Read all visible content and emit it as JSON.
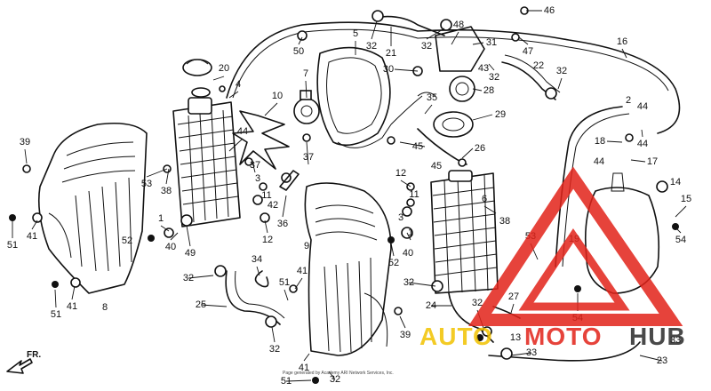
{
  "callouts": [
    {
      "t": "46"
    },
    {
      "t": "48"
    },
    {
      "t": "32"
    },
    {
      "t": "5"
    },
    {
      "t": "32"
    },
    {
      "t": "31"
    },
    {
      "t": "47"
    },
    {
      "t": "16"
    },
    {
      "t": "50"
    },
    {
      "t": "21"
    },
    {
      "t": "43"
    },
    {
      "t": "22"
    },
    {
      "t": "32"
    },
    {
      "t": "20"
    },
    {
      "t": "4"
    },
    {
      "t": "30"
    },
    {
      "t": "32"
    },
    {
      "t": "28"
    },
    {
      "t": "7"
    },
    {
      "t": "10"
    },
    {
      "t": "35"
    },
    {
      "t": "29"
    },
    {
      "t": "2"
    },
    {
      "t": "44"
    },
    {
      "t": "39"
    },
    {
      "t": "44"
    },
    {
      "t": "45"
    },
    {
      "t": "26"
    },
    {
      "t": "18"
    },
    {
      "t": "44"
    },
    {
      "t": "17"
    },
    {
      "t": "37"
    },
    {
      "t": "37"
    },
    {
      "t": "44"
    },
    {
      "t": "45"
    },
    {
      "t": "53"
    },
    {
      "t": "38"
    },
    {
      "t": "3"
    },
    {
      "t": "12"
    },
    {
      "t": "14"
    },
    {
      "t": "11"
    },
    {
      "t": "6"
    },
    {
      "t": "15"
    },
    {
      "t": "42"
    },
    {
      "t": "11"
    },
    {
      "t": "1"
    },
    {
      "t": "36"
    },
    {
      "t": "3"
    },
    {
      "t": "38"
    },
    {
      "t": "51"
    },
    {
      "t": "41"
    },
    {
      "t": "52"
    },
    {
      "t": "40"
    },
    {
      "t": "49"
    },
    {
      "t": "12"
    },
    {
      "t": "9"
    },
    {
      "t": "53"
    },
    {
      "t": "19"
    },
    {
      "t": "54"
    },
    {
      "t": "1"
    },
    {
      "t": "52"
    },
    {
      "t": "40"
    },
    {
      "t": "34"
    },
    {
      "t": "32"
    },
    {
      "t": "41"
    },
    {
      "t": "51"
    },
    {
      "t": "32"
    },
    {
      "t": "27"
    },
    {
      "t": "54"
    },
    {
      "t": "25"
    },
    {
      "t": "8"
    },
    {
      "t": "41"
    },
    {
      "t": "51"
    },
    {
      "t": "24"
    },
    {
      "t": "32"
    },
    {
      "t": "13"
    },
    {
      "t": "32"
    },
    {
      "t": "39"
    },
    {
      "t": "33"
    },
    {
      "t": "33"
    },
    {
      "t": "41"
    },
    {
      "t": "23"
    },
    {
      "t": "51"
    },
    {
      "t": "32"
    }
  ],
  "front_marker": "FR.",
  "credit_line": "Page generated by Academy ARI Network Services, Inc.",
  "watermark": {
    "left": "AUTO",
    "right": "MOTO",
    "end": "HUB",
    "accent": "#e2231a",
    "gold": "#f2c200"
  }
}
